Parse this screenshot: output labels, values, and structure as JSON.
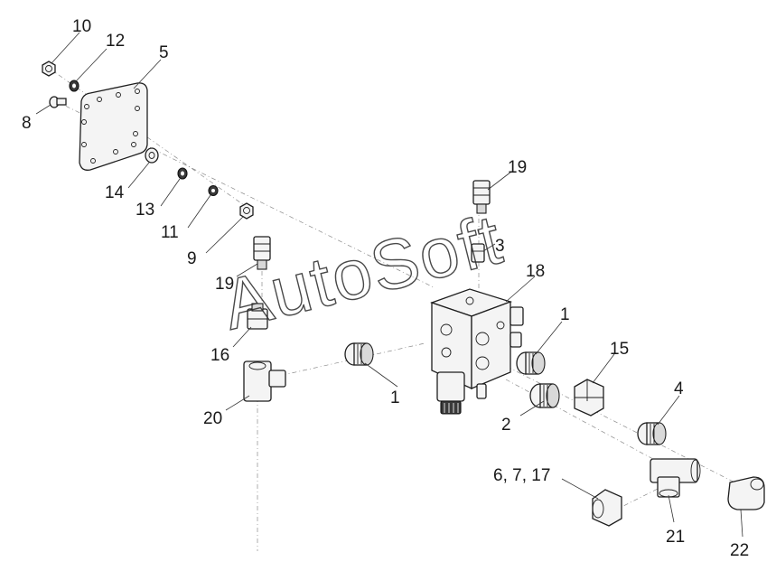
{
  "watermark": "AutoSoft",
  "callouts": {
    "p10": "10",
    "p12": "12",
    "p5": "5",
    "p8": "8",
    "p14": "14",
    "p13": "13",
    "p11": "11",
    "p9": "9",
    "p19a": "19",
    "p19b": "19",
    "p3": "3",
    "p18": "18",
    "p1a": "1",
    "p1b": "1",
    "p16": "16",
    "p20": "20",
    "p15": "15",
    "p4": "4",
    "p2": "2",
    "p6717": "6, 7, 17",
    "p21": "21",
    "p22": "22"
  }
}
